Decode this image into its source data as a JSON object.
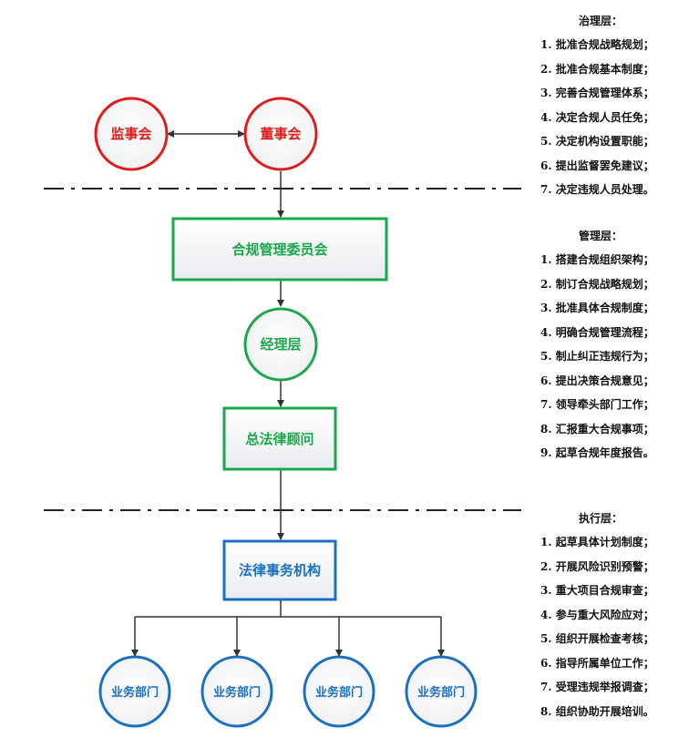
{
  "nodes": {
    "supervisory_board": "监事会",
    "board_of_directors": "董事会",
    "compliance_committee": "合规管理委员会",
    "management_layer": "经理层",
    "general_counsel": "总法律顾问",
    "legal_affairs": "法律事务机构",
    "business_units": [
      "业务部门",
      "业务部门",
      "业务部门",
      "业务部门"
    ]
  },
  "colors": {
    "governance": "#e01b1b",
    "management": "#1aa64a",
    "execution": "#1b6fc2",
    "connector": "#333333"
  },
  "panels": [
    {
      "title": "治理层：",
      "items": [
        "1. 批准合规战略规划；",
        "2. 批准合规基本制度；",
        "3. 完善合规管理体系；",
        "4. 决定合规人员任免；",
        "5. 决定机构设置职能；",
        "6. 提出监督罢免建议；",
        "7. 决定违规人员处理。"
      ]
    },
    {
      "title": "管理层：",
      "items": [
        "1. 搭建合规组织架构；",
        "2. 制订合规战略规划；",
        "3. 批准具体合规制度；",
        "4. 明确合规管理流程；",
        "5. 制止纠正违规行为；",
        "6. 提出决策合规意见；",
        "7. 领导牵头部门工作；",
        "8. 汇报重大合规事项；",
        "9. 起草合规年度报告。"
      ]
    },
    {
      "title": "执行层：",
      "items": [
        "1. 起草具体计划制度；",
        "2. 开展风险识别预警；",
        "3. 重大项目合规审查；",
        "4. 参与重大风险应对；",
        "5. 组织开展检查考核；",
        "6. 指导所属单位工作；",
        "7. 受理违规举报调查；",
        "8. 组织协助开展培训。"
      ]
    }
  ]
}
